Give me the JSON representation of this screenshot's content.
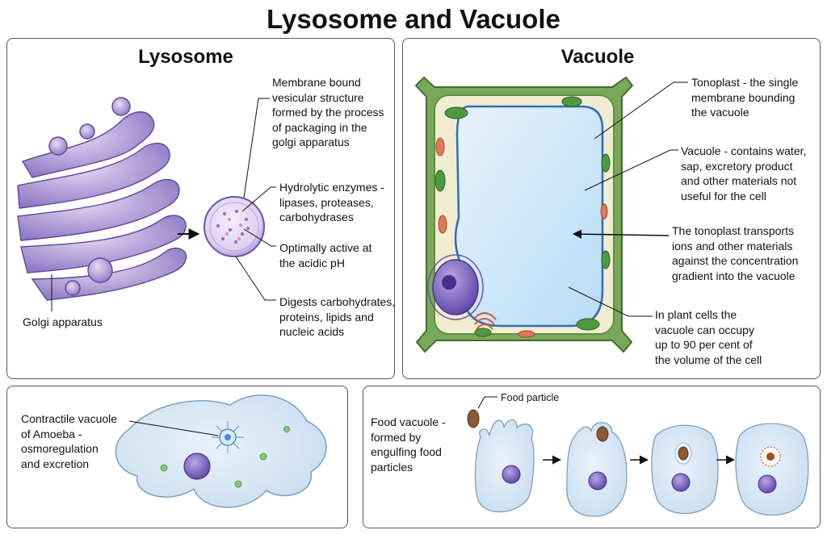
{
  "title": "Lysosome and Vacuole",
  "lysosome": {
    "heading": "Lysosome",
    "golgi_label": "Golgi apparatus",
    "label_membrane": "Membrane bound\nvesicular structure\nformed by the process\nof packaging in the\ngolgi apparatus",
    "label_enzymes": "Hydrolytic enzymes -\nlipases, proteases,\ncarbohydrases",
    "label_ph": "Optimally active at\nthe acidic pH",
    "label_digest": "Digests carbohydrates,\nproteins, lipids and\nnucleic acids"
  },
  "vacuole": {
    "heading": "Vacuole",
    "label_tonoplast": "Tonoplast - the single\nmembrane bounding\nthe vacuole",
    "label_contents": "Vacuole - contains water,\nsap, excretory product\nand other materials not\nuseful for the cell",
    "label_transport": "The tonoplast transports\nions and other materials\nagainst the concentration\ngradient into the vacuole",
    "label_volume": "In plant cells the\nvacuole can occupy\nup to 90 per cent of\nthe volume of the cell"
  },
  "amoeba": {
    "label_contractile": "Contractile vacuole\nof Amoeba -\nosmoregulation\nand excretion"
  },
  "food": {
    "label_food_vacuole": "Food vacuole -\nformed by\nengulfing food\nparticles",
    "label_food_particle": "Food particle"
  }
}
